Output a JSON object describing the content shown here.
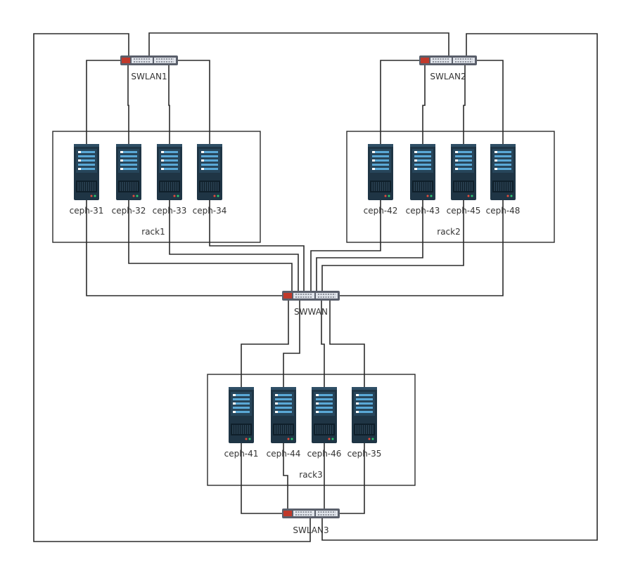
{
  "switches": {
    "swlan1": "SWLAN1",
    "swlan2": "SWLAN2",
    "swwan": "SWWAN",
    "swlan3": "SWLAN3"
  },
  "racks": [
    {
      "label": "rack1",
      "servers": [
        "ceph-31",
        "ceph-32",
        "ceph-33",
        "ceph-34"
      ]
    },
    {
      "label": "rack2",
      "servers": [
        "ceph-42",
        "ceph-43",
        "ceph-45",
        "ceph-48"
      ]
    },
    {
      "label": "rack3",
      "servers": [
        "ceph-41",
        "ceph-44",
        "ceph-46",
        "ceph-35"
      ]
    }
  ],
  "icons": {
    "server": "server-tower-icon",
    "switch": "network-switch-icon"
  },
  "colors": {
    "server_body": "#1f3545",
    "server_accent": "#5aa8d6",
    "switch_body": "#5a5f6b",
    "switch_port_red": "#c0392b",
    "wire": "#2b2b2b"
  }
}
